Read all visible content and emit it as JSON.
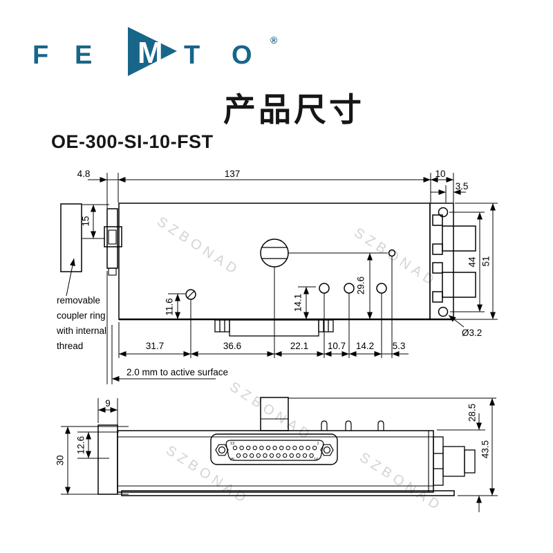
{
  "logo": {
    "f": "F",
    "e": "E",
    "m": "M",
    "t": "T",
    "o": "O",
    "registered": "®"
  },
  "title": "产品尺寸",
  "model": "OE-300-SI-10-FST",
  "watermark": "SZBONAD",
  "colors": {
    "brand": "#176689",
    "line": "#000000",
    "watermark": "#c9c9c9",
    "pin_left": "#b85c20",
    "pin_right": "#2c3f9f"
  },
  "top_view": {
    "coupler_note": [
      "removable",
      "coupler ring",
      "with internal",
      "thread"
    ],
    "active_note": "2.0 mm to active surface",
    "dim_top_left": "4.8",
    "dim_length": "137",
    "dim_plate": "10",
    "dim_edge": "3.5",
    "dim_axis": "15",
    "dim_screw": "11.6",
    "dim_pin": "14.1",
    "dim_hole": "29.6",
    "dim_bnc_span": "44",
    "dim_height": "51",
    "dim_hole_dia": "Ø3.2",
    "chain": [
      "31.7",
      "36.6",
      "22.1",
      "10.7",
      "14.2",
      "5.3"
    ]
  },
  "side_view": {
    "dim_ring": "9",
    "dim_block": "30",
    "dim_axis": "12.6",
    "dim_bnc": "28.5",
    "dim_total": "43.5",
    "pin_numbers": {
      "tl": "13",
      "tr": "1",
      "bl": "25",
      "br": "14"
    }
  }
}
